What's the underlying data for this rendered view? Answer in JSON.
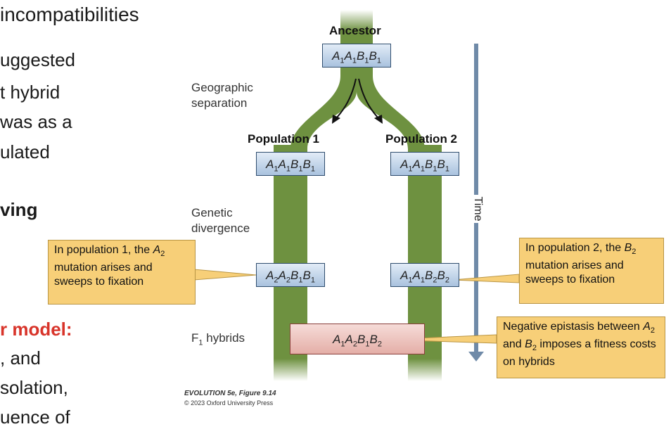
{
  "slide": {
    "title": "incompatibilities",
    "lines": [
      "uggested",
      "t hybrid",
      "was as a",
      "ulated"
    ],
    "bold_line": "ving",
    "red_line": "r model:",
    "bottom_lines": [
      ", and",
      "solation,",
      "uence of"
    ]
  },
  "diagram": {
    "ancestor_label": "Ancestor",
    "population_1_label": "Population 1",
    "population_2_label": "Population 2",
    "geographic_separation": [
      "Geographic",
      "separation"
    ],
    "genetic_divergence": [
      "Genetic",
      "divergence"
    ],
    "f1_hybrids": {
      "prefix": "F",
      "sub": "1",
      "suffix": " hybrids"
    },
    "time_label": "Time",
    "genotypes": {
      "ancestor": [
        [
          "A",
          "1"
        ],
        [
          "A",
          "1"
        ],
        [
          "B",
          "1"
        ],
        [
          "B",
          "1"
        ]
      ],
      "pop1_initial": [
        [
          "A",
          "1"
        ],
        [
          "A",
          "1"
        ],
        [
          "B",
          "1"
        ],
        [
          "B",
          "1"
        ]
      ],
      "pop2_initial": [
        [
          "A",
          "1"
        ],
        [
          "A",
          "1"
        ],
        [
          "B",
          "1"
        ],
        [
          "B",
          "1"
        ]
      ],
      "pop1_derived": [
        [
          "A",
          "2"
        ],
        [
          "A",
          "2"
        ],
        [
          "B",
          "1"
        ],
        [
          "B",
          "1"
        ]
      ],
      "pop2_derived": [
        [
          "A",
          "1"
        ],
        [
          "A",
          "1"
        ],
        [
          "B",
          "2"
        ],
        [
          "B",
          "2"
        ]
      ],
      "hybrid": [
        [
          "A",
          "1"
        ],
        [
          "A",
          "2"
        ],
        [
          "B",
          "1"
        ],
        [
          "B",
          "2"
        ]
      ]
    },
    "callout_pop1": {
      "pre": "In population 1, the ",
      "gene": "A",
      "gene_sub": "2",
      "post": " mutation arises and sweeps to fixation"
    },
    "callout_pop2": {
      "pre": "In population 2, the ",
      "gene": "B",
      "gene_sub": "2",
      "post": " mutation arises and sweeps to fixation"
    },
    "callout_epistasis": {
      "pre": "Negative epistasis between ",
      "gene1": "A",
      "gene1_sub": "2",
      "mid": " and ",
      "gene2": "B",
      "gene2_sub": "2",
      "post": " imposes a fitness costs on hybrids"
    },
    "credit_line1": "EVOLUTION 5e, Figure 9.14",
    "credit_line2": "© 2023 Oxford University Press"
  },
  "colors": {
    "branch_green": "#6e9140",
    "genotype_blue": "#b8cde5",
    "hybrid_pink": "#eec4be",
    "callout_yellow": "#f7cf78",
    "time_arrow": "#6f8aa8",
    "accent_red": "#d8342a"
  }
}
